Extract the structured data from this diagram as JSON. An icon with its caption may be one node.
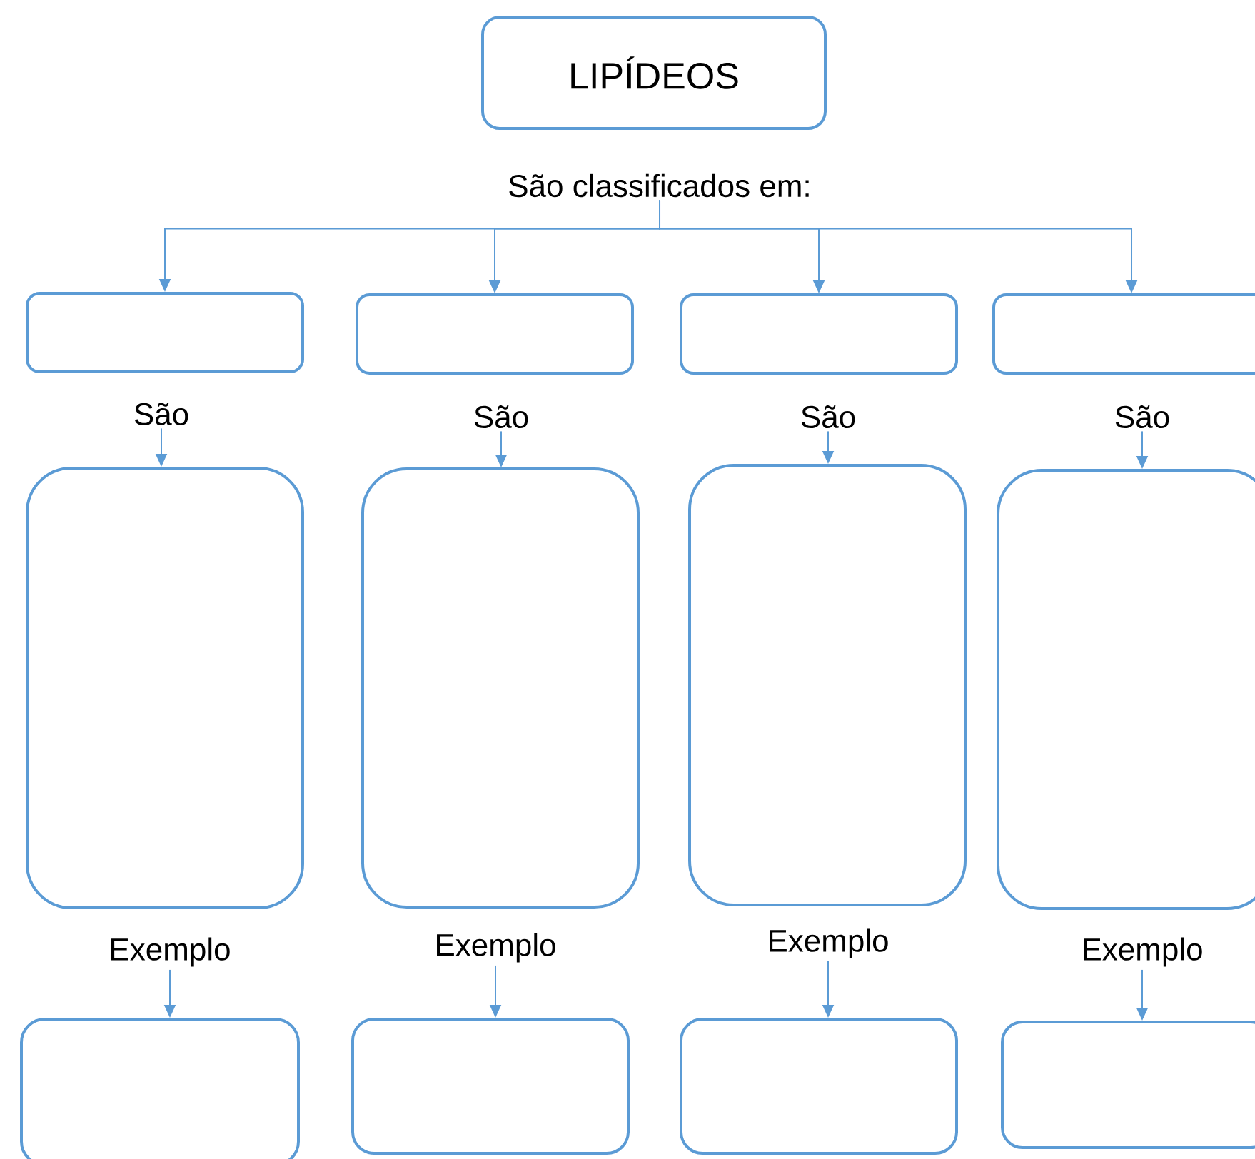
{
  "diagram": {
    "nodes": [
      {
        "text": [
          "LIPÍDEOS"
        ]
      },
      {
        "text": [
          "São classificados em:"
        ]
      },
      {
        "text": [],
        "shape": "box"
      },
      {
        "text": [],
        "shape": "box"
      },
      {
        "text": [],
        "shape": "box"
      },
      {
        "text": [],
        "shape": "box"
      },
      {
        "text": [
          "São"
        ]
      },
      {
        "text": [
          "São"
        ]
      },
      {
        "text": [
          "São"
        ]
      },
      {
        "text": [
          "São"
        ]
      },
      {
        "text": [],
        "shape": "box"
      },
      {
        "text": [],
        "shape": "box"
      },
      {
        "text": [],
        "shape": "box"
      },
      {
        "text": [],
        "shape": "box"
      },
      {
        "text": [
          "Exemplo"
        ]
      },
      {
        "text": [
          "Exemplo"
        ]
      },
      {
        "text": [
          "Exemplo"
        ]
      },
      {
        "text": [
          "Exemplo"
        ]
      },
      {
        "text": [],
        "shape": "box"
      },
      {
        "text": [],
        "shape": "box"
      },
      {
        "text": [],
        "shape": "box"
      },
      {
        "text": [],
        "shape": "box"
      }
    ],
    "edges": [
      {
        "from": 1,
        "to": 2,
        "arrow": "to"
      },
      {
        "from": 1,
        "to": 3,
        "arrow": "to"
      },
      {
        "from": 1,
        "to": 4,
        "arrow": "to"
      },
      {
        "from": 1,
        "to": 5,
        "arrow": "to"
      },
      {
        "from": 6,
        "to": 10,
        "arrow": "to"
      },
      {
        "from": 7,
        "to": 11,
        "arrow": "to"
      },
      {
        "from": 8,
        "to": 12,
        "arrow": "to"
      },
      {
        "from": 9,
        "to": 13,
        "arrow": "to"
      },
      {
        "from": 14,
        "to": 18,
        "arrow": "to"
      },
      {
        "from": 15,
        "to": 19,
        "arrow": "to"
      },
      {
        "from": 16,
        "to": 20,
        "arrow": "to"
      },
      {
        "from": 17,
        "to": 21,
        "arrow": "to"
      }
    ]
  }
}
